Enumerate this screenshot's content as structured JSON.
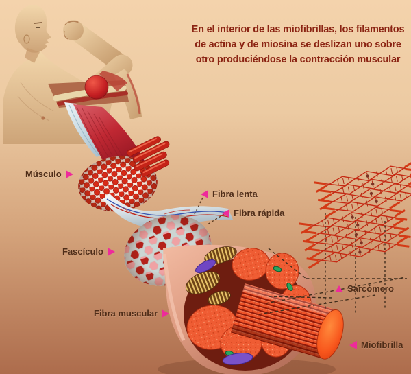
{
  "colors": {
    "bg-top": "#f4d3ac",
    "bg-bottom": "#ad6c4c",
    "intro-text": "#8b2413",
    "label-text": "#4f2d18",
    "arrow-pink": "#ee2b9b"
  },
  "intro": {
    "lines": [
      "En el interior de las miofibrillas, los filamentos",
      "de actina y de miosina se deslizan uno sobre",
      "otro produciéndose la contracción muscular"
    ]
  },
  "labels": {
    "musculo": "Músculo",
    "fibra_lenta": "Fibra lenta",
    "fibra_rapida": "Fibra rápida",
    "fasciculo": "Fascículo",
    "fibra_muscular": "Fibra muscular",
    "sarcomero": "Sarcómero",
    "miofibrilla": "Miofibrilla"
  }
}
